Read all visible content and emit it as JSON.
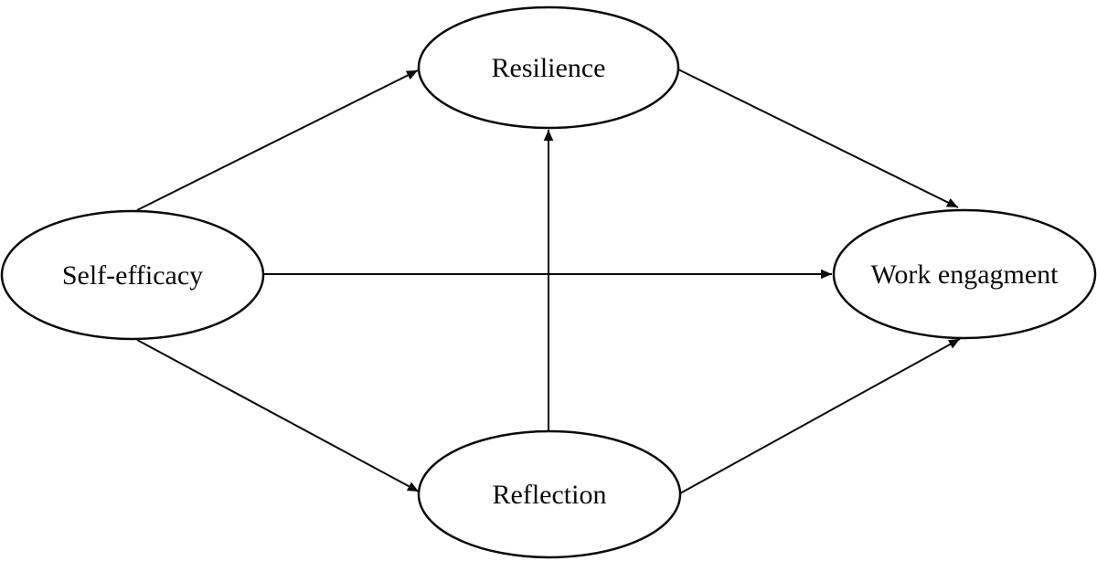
{
  "diagram": {
    "title": "",
    "background_color": "#ffffff",
    "stroke_color": "#0a0a0a",
    "text_color": "#0a0a0a",
    "nodes": [
      {
        "id": "self-efficacy",
        "label": "Self-efficacy",
        "shape": "ellipse"
      },
      {
        "id": "resilience",
        "label": "Resilience",
        "shape": "ellipse"
      },
      {
        "id": "reflection",
        "label": "Reflection",
        "shape": "ellipse"
      },
      {
        "id": "work-engagment",
        "label": "Work engagment",
        "shape": "ellipse"
      }
    ],
    "edges": [
      {
        "from": "self-efficacy",
        "to": "resilience",
        "arrow": "filled-triangle"
      },
      {
        "from": "self-efficacy",
        "to": "work-engagment",
        "arrow": "filled-triangle"
      },
      {
        "from": "self-efficacy",
        "to": "reflection",
        "arrow": "filled-triangle"
      },
      {
        "from": "reflection",
        "to": "resilience",
        "arrow": "filled-triangle"
      },
      {
        "from": "resilience",
        "to": "work-engagment",
        "arrow": "filled-triangle"
      },
      {
        "from": "reflection",
        "to": "work-engagment",
        "arrow": "filled-triangle"
      }
    ]
  }
}
